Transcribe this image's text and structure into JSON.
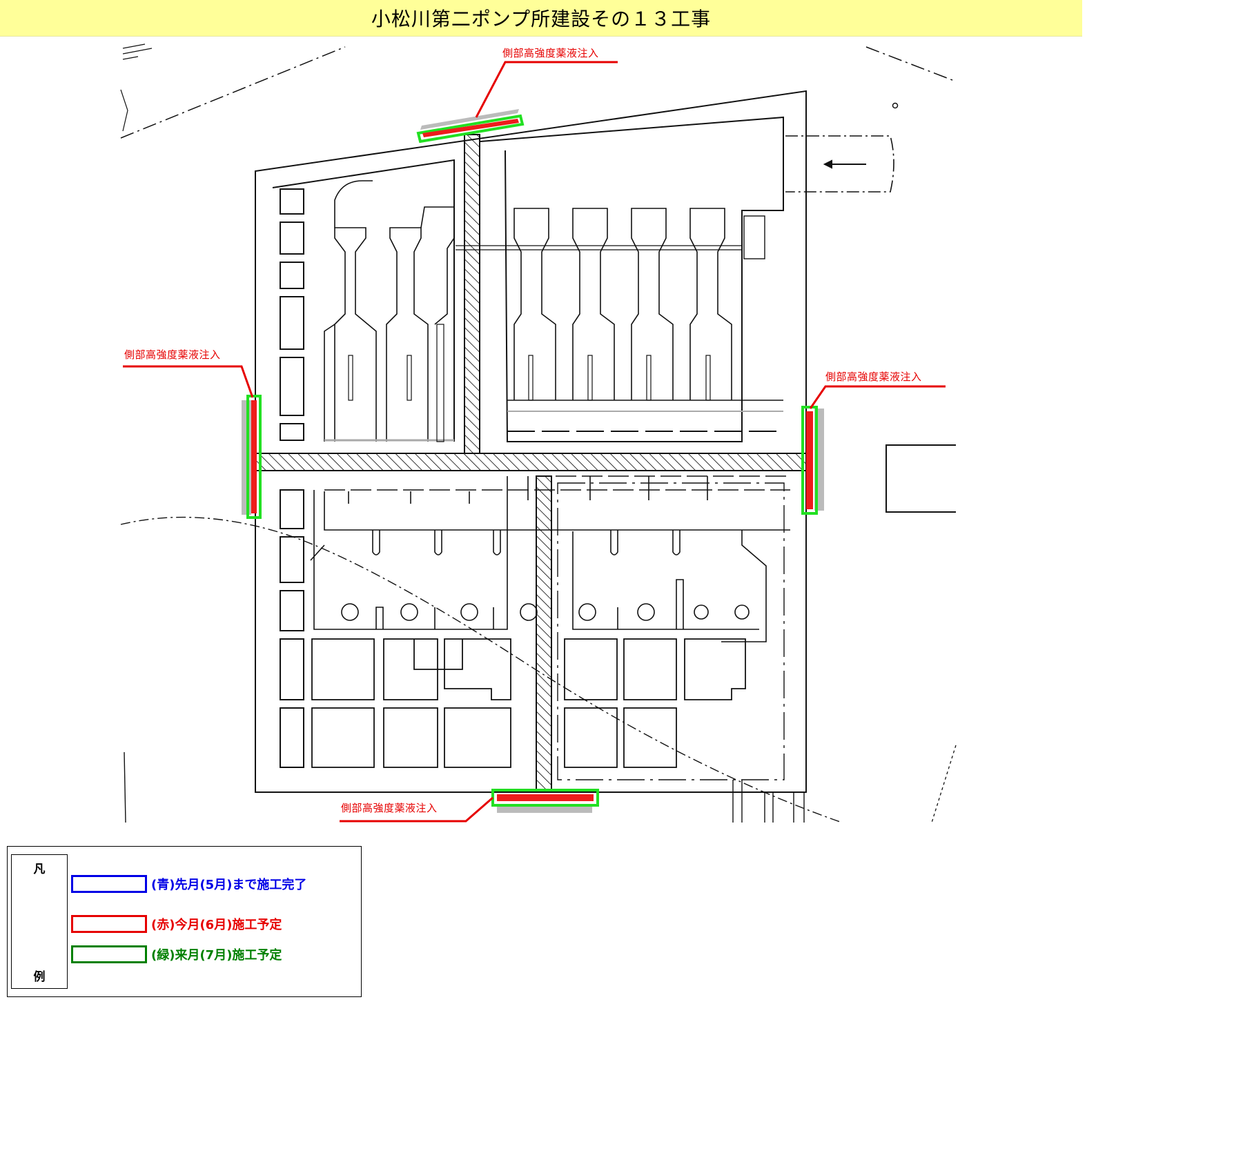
{
  "title": "小松川第二ポンプ所建設その１３工事",
  "callouts": {
    "top": "側部高強度薬液注入",
    "left": "側部高強度薬液注入",
    "right": "側部高強度薬液注入",
    "bottom": "側部高強度薬液注入"
  },
  "legend": {
    "head_top": "凡",
    "head_bottom": "例",
    "items": [
      {
        "label": "(青)先月(5月)まで施工完了",
        "color": "#0000e6"
      },
      {
        "label": "(赤)今月(6月)施工予定",
        "color": "#e60000"
      },
      {
        "label": "(緑)来月(7月)施工予定",
        "color": "#008000"
      }
    ]
  },
  "colors": {
    "this_month_fill": "#ee1c1c",
    "next_month_outline": "#22e022"
  }
}
